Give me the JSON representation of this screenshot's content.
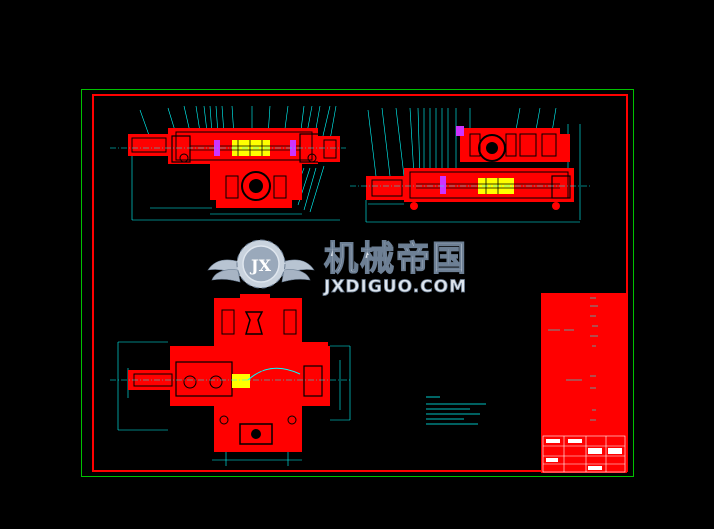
{
  "watermark": {
    "name_cn": "机械帝国",
    "url": "JXDIGUO.COM",
    "logo_letters": "JX"
  },
  "colors": {
    "background": "#000000",
    "outer_border": "#00c000",
    "inner_border": "#ff0000",
    "part_fill": "#ff0000",
    "dimension": "#00ffff",
    "highlight": "#ffff00",
    "accent": "#cc33ff"
  },
  "icons": [
    "gear-logo-icon",
    "wings-icon"
  ]
}
